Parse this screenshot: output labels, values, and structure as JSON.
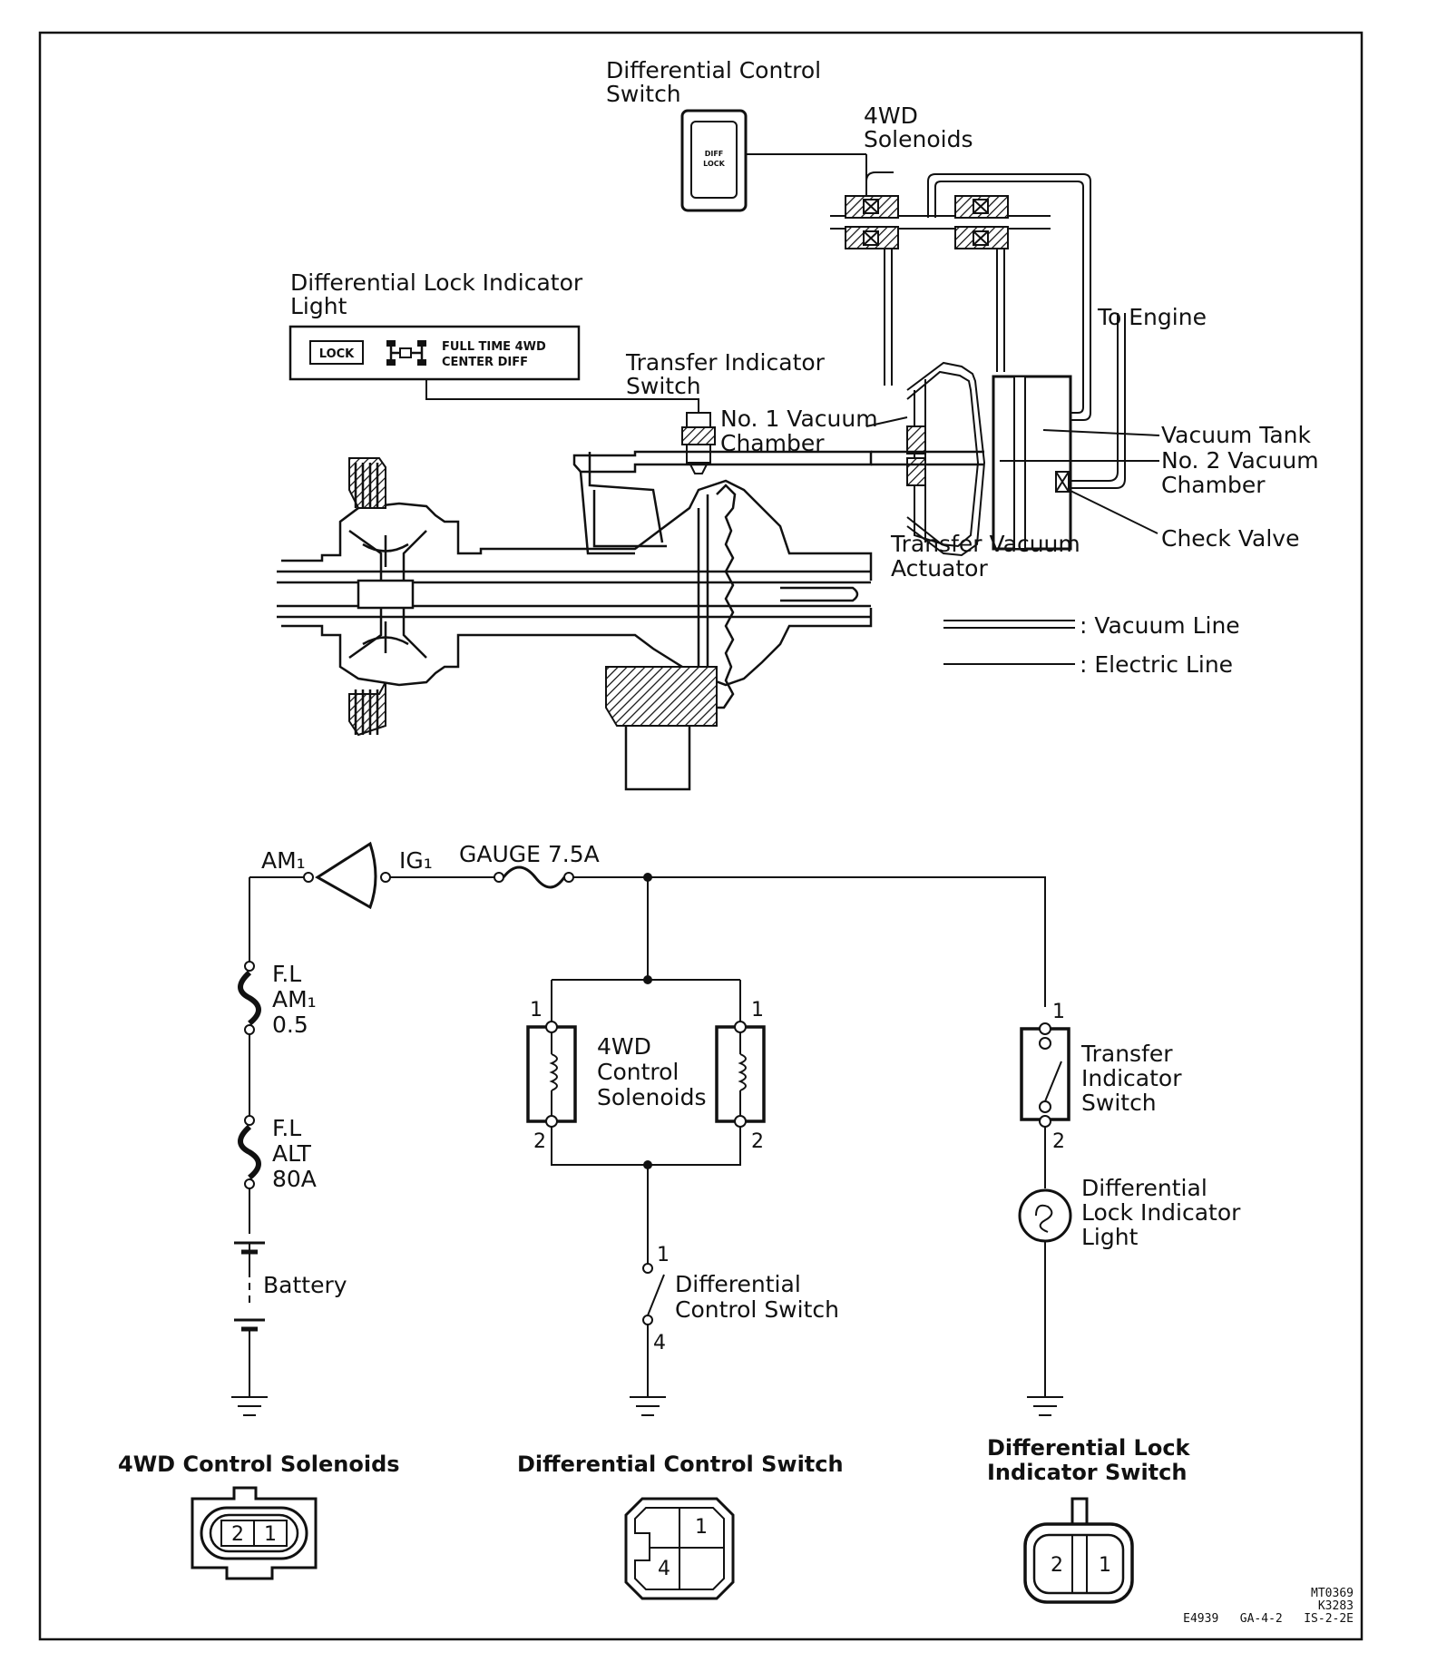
{
  "mechanical": {
    "diff_control_switch": {
      "title_line1": "Differential Control",
      "title_line2": "Switch",
      "face_line1": "DIFF",
      "face_line2": "LOCK"
    },
    "solenoids": {
      "title_line1": "4WD",
      "title_line2": "Solenoids"
    },
    "indicator_light": {
      "title_line1": "Differential Lock Indicator",
      "title_line2": "Light",
      "lock_text": "LOCK",
      "text_line1": "FULL TIME 4WD",
      "text_line2": "CENTER DIFF"
    },
    "transfer_switch": {
      "line1": "Transfer Indicator",
      "line2": "Switch"
    },
    "no1_chamber": {
      "line1": "No. 1 Vacuum",
      "line2": "Chamber"
    },
    "to_engine": "To Engine",
    "vacuum_tank": "Vacuum Tank",
    "no2_chamber": {
      "line1": "No. 2 Vacuum",
      "line2": "Chamber"
    },
    "check_valve": "Check Valve",
    "actuator": {
      "line1": "Transfer Vacuum",
      "line2": "Actuator"
    },
    "legend": {
      "vacuum": ": Vacuum Line",
      "electric": ": Electric Line"
    }
  },
  "wiring": {
    "am1": "AM₁",
    "ig1": "IG₁",
    "gauge": "GAUGE 7.5A",
    "fl_am1": {
      "l1": "F.L",
      "l2": "AM₁",
      "l3": "0.5"
    },
    "fl_alt": {
      "l1": "F.L",
      "l2": "ALT",
      "l3": "80A"
    },
    "battery": "Battery",
    "solenoids": {
      "l1": "4WD",
      "l2": "Control",
      "l3": "Solenoids"
    },
    "pins": {
      "p1": "1",
      "p2": "2",
      "p4": "4"
    },
    "diff_switch": {
      "l1": "Differential",
      "l2": "Control Switch"
    },
    "transfer_switch": {
      "l1": "Transfer",
      "l2": "Indicator",
      "l3": "Switch"
    },
    "lock_light": {
      "l1": "Differential",
      "l2": "Lock Indicator",
      "l3": "Light"
    }
  },
  "connectors": {
    "c1": {
      "title": "4WD Control Solenoids",
      "pins": [
        "2",
        "1"
      ]
    },
    "c2": {
      "title": "Differential Control Switch",
      "pins": [
        "1",
        "4"
      ]
    },
    "c3": {
      "title_line1": "Differential Lock",
      "title_line2": "Indicator Switch",
      "pins": [
        "2",
        "1"
      ]
    }
  },
  "codes": {
    "l1": "MT0369",
    "l2": "K3283",
    "l3": "E4939   GA-4-2   IS-2-2E"
  }
}
